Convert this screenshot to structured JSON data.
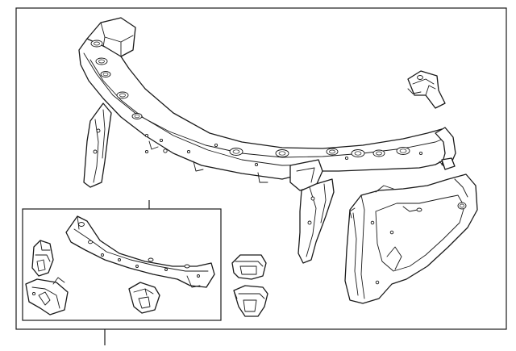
{
  "diagram": {
    "kind": "exploded-parts-diagram",
    "components": [
      {
        "name": "radiator-support-upper-tie-bar"
      },
      {
        "name": "left-support-leg"
      },
      {
        "name": "center-support-leg"
      },
      {
        "name": "upper-right-bracket"
      },
      {
        "name": "right-side-baffle-panel"
      },
      {
        "name": "inset-tie-bar"
      },
      {
        "name": "inset-upper-left-bracket"
      },
      {
        "name": "inset-lower-left-bracket"
      },
      {
        "name": "inset-center-bracket"
      },
      {
        "name": "center-upper-bracket"
      },
      {
        "name": "center-lower-bracket"
      }
    ],
    "colors": {
      "line": "#1a1a1a",
      "fill": "#ffffff",
      "background": "#ffffff"
    }
  }
}
